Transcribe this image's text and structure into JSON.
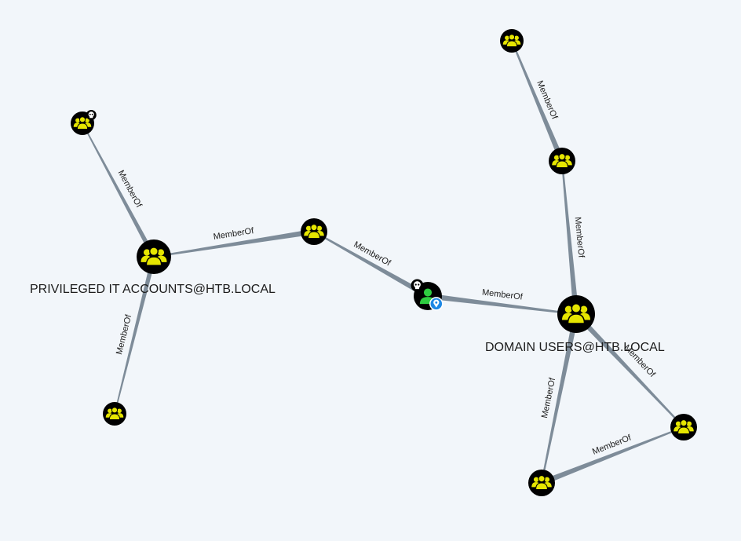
{
  "graph": {
    "edge_label": "MemberOf",
    "colors": {
      "background": "#f2f6fa",
      "edge": "#7e8c99",
      "node_fill": "#000000",
      "group_icon": "#e6e600",
      "user_icon": "#2ecc40",
      "owned_badge": "#ffffff",
      "start_marker": "#1e88e5"
    },
    "labels": {
      "privileged_group": "PRIVILEGED IT ACCOUNTS@HTB.LOCAL",
      "domain_users": "DOMAIN USERS@HTB.LOCAL"
    },
    "nodes": [
      {
        "id": "g_top_left",
        "type": "group",
        "icon": "group-icon",
        "owned": true
      },
      {
        "id": "privileged_it_accounts",
        "type": "group",
        "icon": "group-icon",
        "label_key": "privileged_group"
      },
      {
        "id": "g_bottom_left",
        "type": "group",
        "icon": "group-icon"
      },
      {
        "id": "g_middle",
        "type": "group",
        "icon": "group-icon"
      },
      {
        "id": "user_start",
        "type": "user",
        "icon": "user-icon",
        "owned": true,
        "start": true
      },
      {
        "id": "domain_users",
        "type": "group",
        "icon": "group-icon",
        "label_key": "domain_users"
      },
      {
        "id": "g_top_right",
        "type": "group",
        "icon": "group-icon"
      },
      {
        "id": "g_right_upper",
        "type": "group",
        "icon": "group-icon"
      },
      {
        "id": "g_right",
        "type": "group",
        "icon": "group-icon"
      },
      {
        "id": "g_bottom_right",
        "type": "group",
        "icon": "group-icon"
      }
    ],
    "edges": [
      {
        "from": "g_top_left",
        "to": "privileged_it_accounts",
        "label": "MemberOf"
      },
      {
        "from": "g_bottom_left",
        "to": "privileged_it_accounts",
        "label": "MemberOf"
      },
      {
        "from": "privileged_it_accounts",
        "to": "g_middle",
        "label": "MemberOf"
      },
      {
        "from": "g_middle",
        "to": "user_start",
        "label": "MemberOf"
      },
      {
        "from": "user_start",
        "to": "domain_users",
        "label": "MemberOf"
      },
      {
        "from": "g_top_right",
        "to": "g_right_upper",
        "label": "MemberOf"
      },
      {
        "from": "g_right_upper",
        "to": "domain_users",
        "label": "MemberOf"
      },
      {
        "from": "g_bottom_right",
        "to": "domain_users",
        "label": "MemberOf"
      },
      {
        "from": "domain_users",
        "to": "g_right",
        "label": "MemberOf"
      },
      {
        "from": "g_bottom_right",
        "to": "g_right",
        "label": "MemberOf"
      }
    ]
  }
}
